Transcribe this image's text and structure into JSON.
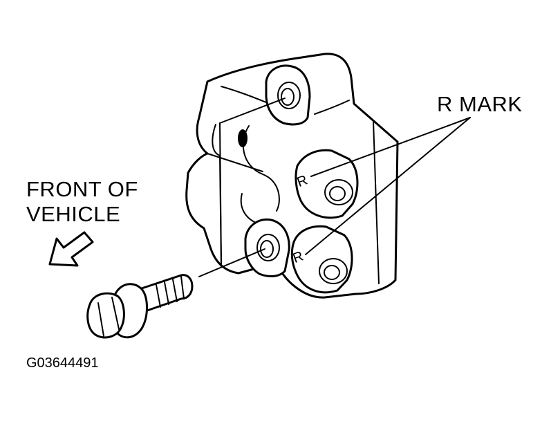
{
  "labels": {
    "r_mark": "R MARK",
    "front_line1": "FRONT OF",
    "front_line2": "VEHICLE",
    "figure_code": "G03644491",
    "r_letter": "R"
  },
  "colors": {
    "ink": "#000000",
    "background": "#ffffff"
  }
}
